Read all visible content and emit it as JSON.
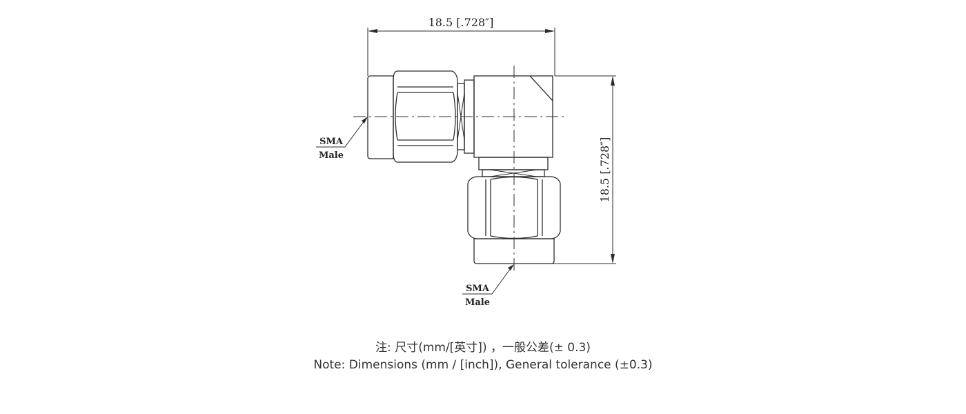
{
  "drawing": {
    "title": "SMA Male to SMA Male right-angle adapter outline drawing",
    "dimension_horizontal": "18.5 [.728″]",
    "dimension_vertical": "18.5 [.728″]",
    "label_left": {
      "line1": "SMA",
      "line2": "Male"
    },
    "label_bottom": {
      "line1": "SMA",
      "line2": "Male"
    },
    "line_color": "#2b2b2b",
    "background": "#ffffff"
  },
  "notes": {
    "chinese": "注: 尺寸(mm/[英寸]) ，一般公差(± 0.3)",
    "english": "Note: Dimensions (mm / [inch]), General tolerance (±0.3)"
  }
}
